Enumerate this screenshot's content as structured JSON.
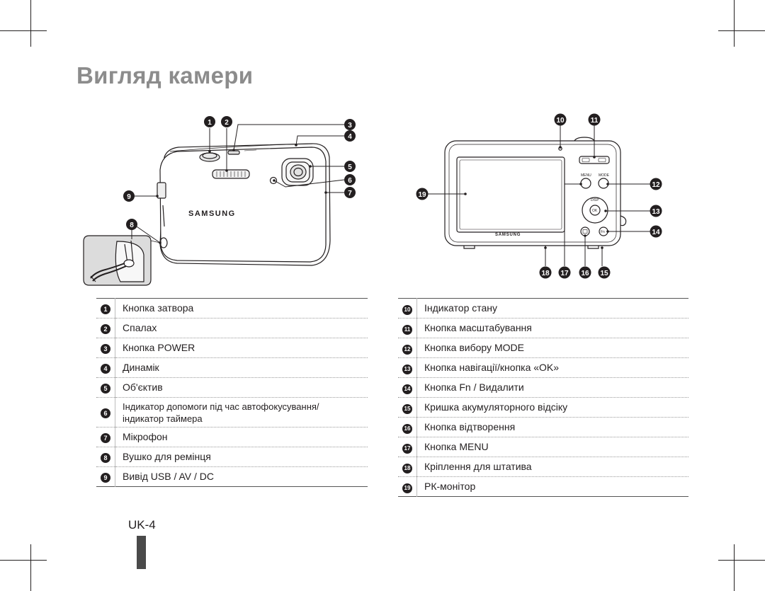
{
  "page": {
    "title": "Вигляд камери",
    "page_number": "UK-4"
  },
  "diagram": {
    "front_brand": "SAMSUNG",
    "back_brand": "SAMSUNG",
    "back_labels": {
      "menu": "MENU",
      "mode": "MODE",
      "disp": "DISP",
      "ok": "OK",
      "fn": "Fn"
    }
  },
  "legend_left": [
    {
      "num": "1",
      "text": "Кнопка затвора"
    },
    {
      "num": "2",
      "text": "Спалах"
    },
    {
      "num": "3",
      "text": "Кнопка POWER"
    },
    {
      "num": "4",
      "text": "Динамік"
    },
    {
      "num": "5",
      "text": "Об'єктив"
    },
    {
      "num": "6",
      "text": "Індикатор допомоги під час автофокусування/ індикатор таймера"
    },
    {
      "num": "7",
      "text": "Мікрофон"
    },
    {
      "num": "8",
      "text": "Вушко для ремінця"
    },
    {
      "num": "9",
      "text": "Вивід USB / AV / DC"
    }
  ],
  "legend_right": [
    {
      "num": "10",
      "text": "Індикатор стану"
    },
    {
      "num": "11",
      "text": "Кнопка масштабування"
    },
    {
      "num": "12",
      "text": "Кнопка вибору MODE"
    },
    {
      "num": "13",
      "text": "Кнопка навігації/кнопка «OK»"
    },
    {
      "num": "14",
      "text": "Кнопка Fn / Видалити"
    },
    {
      "num": "15",
      "text": "Кришка акумуляторного відсіку"
    },
    {
      "num": "16",
      "text": "Кнопка відтворення"
    },
    {
      "num": "17",
      "text": "Кнопка MENU"
    },
    {
      "num": "18",
      "text": "Кріплення для штатива"
    },
    {
      "num": "19",
      "text": "РК-монітор"
    }
  ]
}
